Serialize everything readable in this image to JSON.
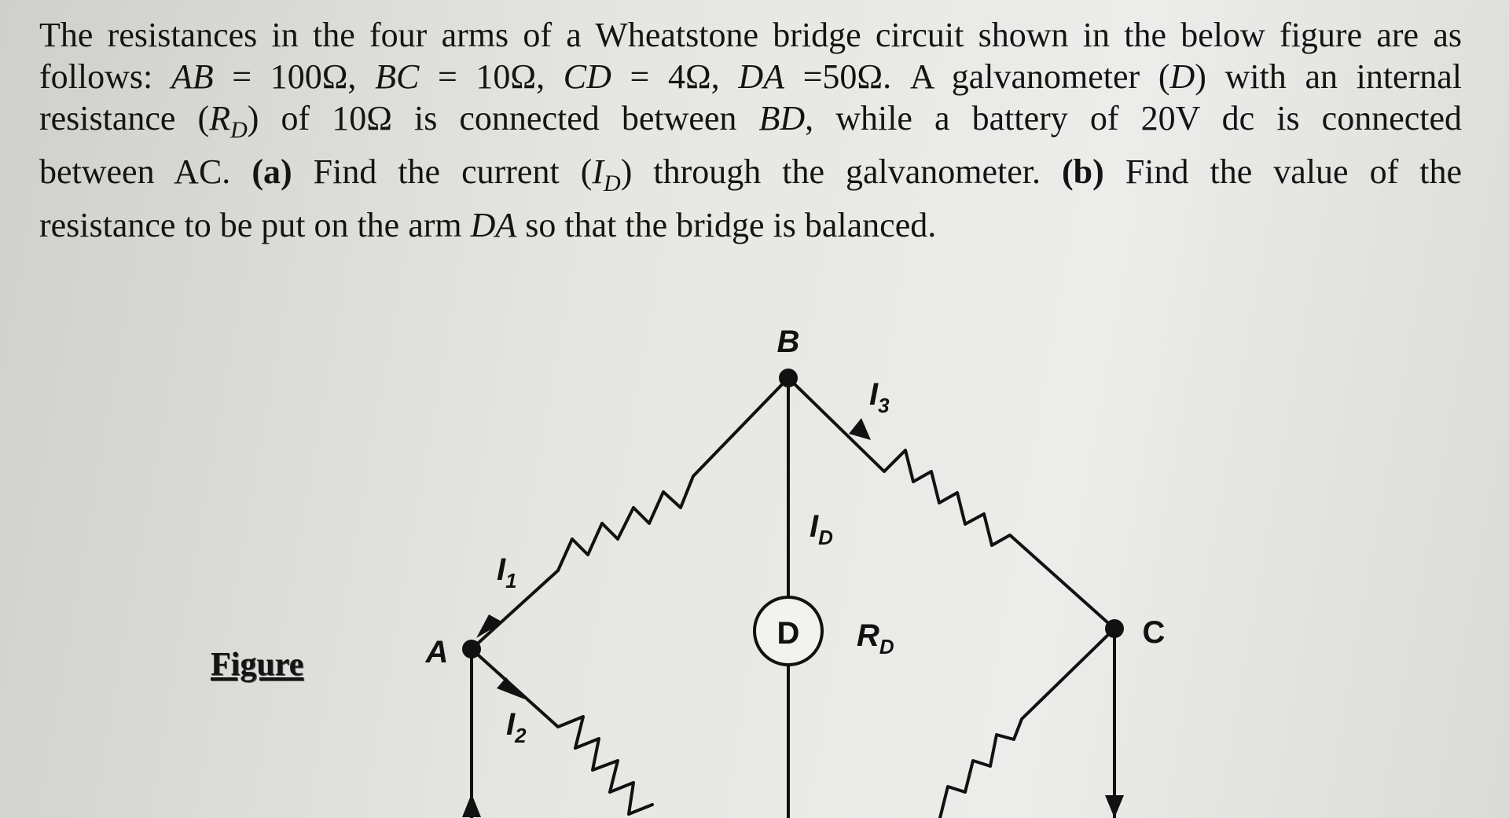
{
  "problem": {
    "line1": [
      "The resistances in the four arms of a Wheatstone bridge circuit shown in the below figure are as"
    ],
    "line2": {
      "a": "follows: ",
      "ab": "AB",
      "b": " = 100Ω, ",
      "bc": "BC",
      "c": " = 10Ω, ",
      "cd": "CD",
      "d": " = 4Ω, ",
      "da": "DA",
      "e": " =50Ω. A galvanometer (",
      "dd": "D",
      "f": ") with an internal"
    },
    "line3": {
      "a": "resistance (",
      "rd": "R",
      "rd_sub": "D",
      "b": ") of 10Ω is connected between ",
      "bd": "BD",
      "c": ", while a battery of 20V dc is connected"
    },
    "line4": {
      "a": "between AC. ",
      "pa": "(a)",
      "b": " Find the current (",
      "id": "I",
      "id_sub": "D",
      "c": ") through the galvanometer. ",
      "pb": "(b)",
      "d": " Find the value of the"
    },
    "line5": {
      "a": "resistance to be put on the arm ",
      "da": "DA",
      "b": " so that the bridge is balanced."
    }
  },
  "figure": {
    "caption": "Figure",
    "nodes": {
      "A": "A",
      "B": "B",
      "C": "C"
    },
    "galvanometer": "D",
    "labels": {
      "I1": "I",
      "I1_sub": "1",
      "I2": "I",
      "I2_sub": "2",
      "I3": "I",
      "I3_sub": "3",
      "ID": "I",
      "ID_sub": "D",
      "RD": "R",
      "RD_sub": "D"
    }
  }
}
